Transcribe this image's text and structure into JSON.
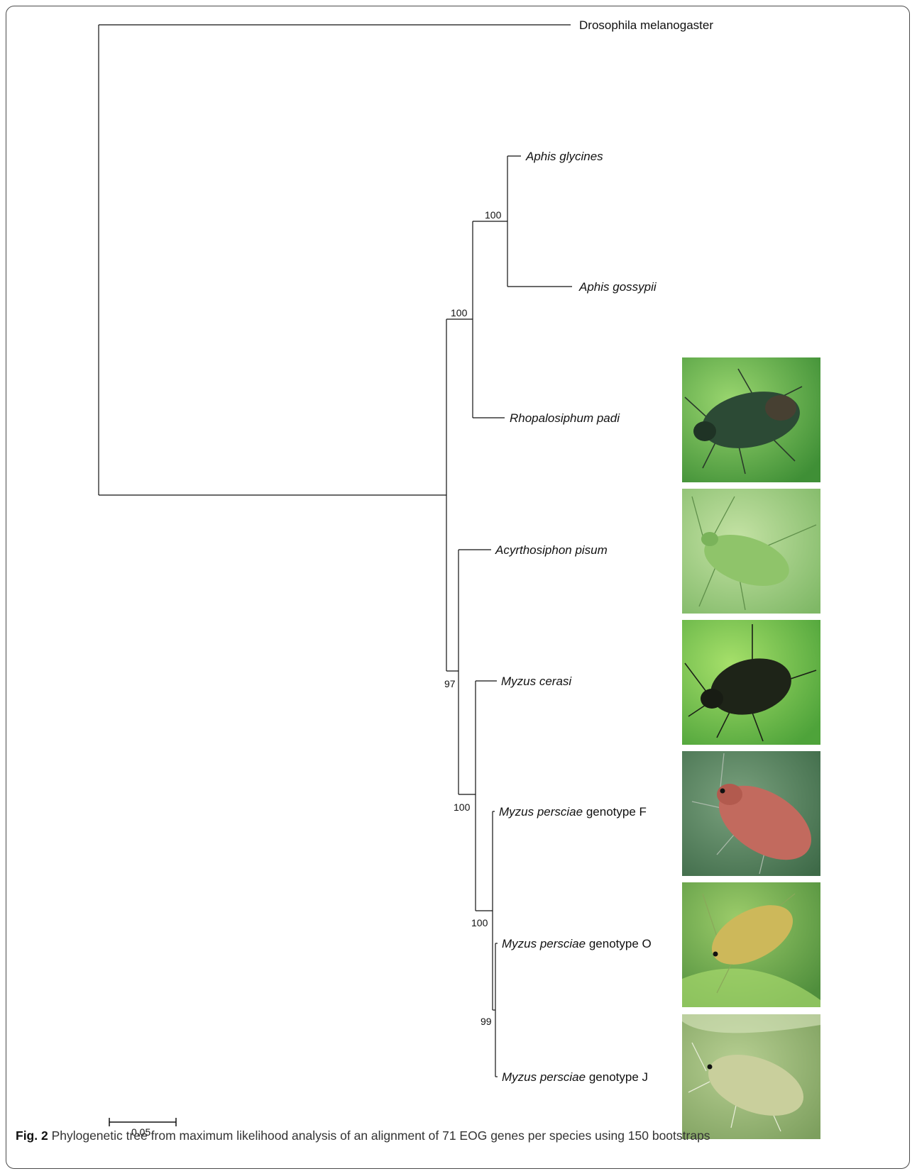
{
  "taxa": [
    {
      "name": "Drosophila melanogaster",
      "italic": "",
      "rest": "Drosophila melanogaster"
    },
    {
      "name": "Aphis glycines",
      "italic": "Aphis glycines",
      "rest": ""
    },
    {
      "name": "Aphis gossypii",
      "italic": "Aphis gossypii",
      "rest": ""
    },
    {
      "name": "Rhopalosiphum padi",
      "italic": "Rhopalosiphum padi",
      "rest": ""
    },
    {
      "name": "Acyrthosiphon pisum",
      "italic": "Acyrthosiphon pisum",
      "rest": ""
    },
    {
      "name": "Myzus cerasi",
      "italic": "Myzus cerasi",
      "rest": ""
    },
    {
      "name": "Myzus persciae genotype F",
      "italic": "Myzus persciae",
      "rest": " genotype F"
    },
    {
      "name": "Myzus persciae genotype O",
      "italic": "Myzus persciae",
      "rest": " genotype O"
    },
    {
      "name": "Myzus persciae genotype J",
      "italic": "Myzus persciae",
      "rest": " genotype J"
    }
  ],
  "bootstrap": {
    "aphis_clade": "100",
    "aphis_rhopalosiphum_clade": "100",
    "acyrthosiphon_myzus_clade": "97",
    "myzus_clade": "100",
    "persicae_clade": "100",
    "persicae_oj_clade": "99"
  },
  "scale_bar": {
    "label": "0.05"
  },
  "photos": [
    {
      "name": "Rhopalosiphum padi",
      "body": "#2c4a35",
      "leaf": "#5fb34a"
    },
    {
      "name": "Acyrthosiphon pisum",
      "body": "#8fc46a",
      "leaf": "#9ccc78"
    },
    {
      "name": "Myzus cerasi",
      "body": "#1e2418",
      "leaf": "#6ec24a"
    },
    {
      "name": "Myzus persciae genotype F",
      "body": "#c26a5e",
      "leaf": "#4e7a55"
    },
    {
      "name": "Myzus persciae genotype O",
      "body": "#cdb85a",
      "leaf": "#5ea24a"
    },
    {
      "name": "Myzus persciae genotype J",
      "body": "#c9cf9c",
      "leaf": "#8fb26a"
    }
  ],
  "caption": {
    "label": "Fig. 2",
    "text": " Phylogenetic tree from maximum likelihood analysis of an alignment of 71 EOG genes per species using 150 bootstraps"
  }
}
